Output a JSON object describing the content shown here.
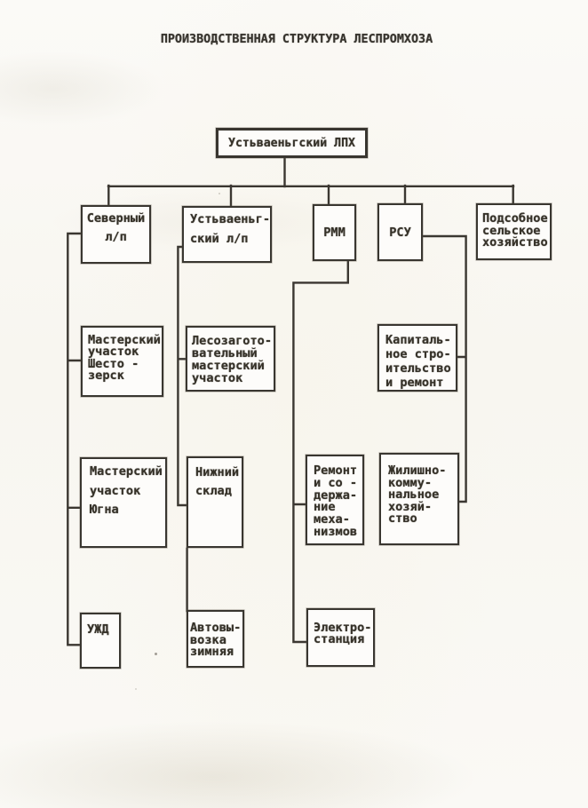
{
  "document": {
    "title": "ПРОИЗВОДСТВЕННАЯ СТРУКТУРА ЛЕСПРОМХОЗА",
    "kind": "scanned typewritten organizational chart"
  },
  "nodes": {
    "root": {
      "text": "Устьваеньгский ЛПХ"
    },
    "severny": {
      "text": "Северный\nл/п"
    },
    "ustvaensky": {
      "text": "Устьваеньг-\nский л/п"
    },
    "rmm": {
      "text": "РММ"
    },
    "rsu": {
      "text": "РСУ"
    },
    "podsobnoe": {
      "text": "Подсобное\nсельское\nхозяйство"
    },
    "shestozersk": {
      "text": "Мастерский\nучасток\nШесто -\nзерск"
    },
    "lesozagot": {
      "text": "Лесозагото-\nвательный\nмастерский\nучасток"
    },
    "yugna": {
      "text": "Мастерский\nучасток\nЮгна"
    },
    "nizhny": {
      "text": "Нижний\nсклад"
    },
    "uzhd": {
      "text": "УЖД"
    },
    "avtovyvozka": {
      "text": "Автовы-\nвозка\nзимняя"
    },
    "remont": {
      "text": "Ремонт\nи со -\nдержа-\nние\nмеха-\nнизмов"
    },
    "elektro": {
      "text": "Электро-\nстанция"
    },
    "kapstroy": {
      "text": "Капиталь-\nное стро-\nительство\nи ремонт"
    },
    "zhilkom": {
      "text": "Жилишно-\nкомму-\nнальное\nхозяй-\nство"
    }
  },
  "chart_data": {
    "type": "org-chart",
    "title": "ПРОИЗВОДСТВЕННАЯ СТРУКТУРА ЛЕСПРОМХОЗА",
    "tree": {
      "label": "Устьваеньгский ЛПХ",
      "children": [
        {
          "label": "Северный л/п",
          "children": [
            {
              "label": "Мастерский участок Шестозерск"
            },
            {
              "label": "Мастерский участок Югна"
            },
            {
              "label": "УЖД"
            }
          ]
        },
        {
          "label": "Устьваеньгский л/п",
          "children": [
            {
              "label": "Лесозаготовительный мастерский участок"
            },
            {
              "label": "Нижний склад"
            },
            {
              "label": "Автовывозка зимняя"
            }
          ]
        },
        {
          "label": "РММ",
          "children": [
            {
              "label": "Ремонт и содержание механизмов"
            },
            {
              "label": "Электростанция"
            }
          ]
        },
        {
          "label": "РСУ",
          "children": [
            {
              "label": "Капитальное строительство и ремонт"
            },
            {
              "label": "Жилишно-коммунальное хозяйство"
            }
          ]
        },
        {
          "label": "Подсобное сельское хозяйство",
          "children": []
        }
      ]
    }
  },
  "colors": {
    "paper": "#fbfaf6",
    "ink": "#2f2c27"
  }
}
